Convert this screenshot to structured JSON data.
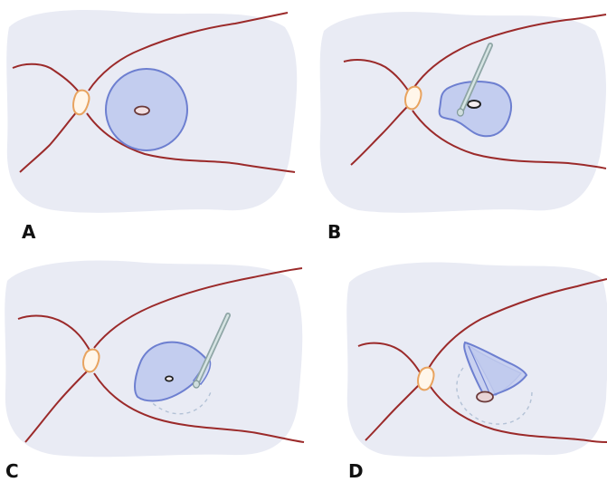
{
  "panels": [
    {
      "label": "A",
      "step": "intact-membrane"
    },
    {
      "label": "B",
      "step": "needle-inserted"
    },
    {
      "label": "C",
      "step": "membrane-lifted"
    },
    {
      "label": "D",
      "step": "membrane-peeled"
    }
  ],
  "colors": {
    "background_blob": "#e9ebf4",
    "vessel": "#9b2a2a",
    "optic_disc": "#e8a35f",
    "membrane_fill": "#c3cdef",
    "membrane_stroke": "#6d7fd0",
    "hole": "#6b3a3a",
    "needle": "#9fb5b5",
    "dashed_outline": "#b3c2d6"
  },
  "icons": [
    "needle-icon"
  ]
}
